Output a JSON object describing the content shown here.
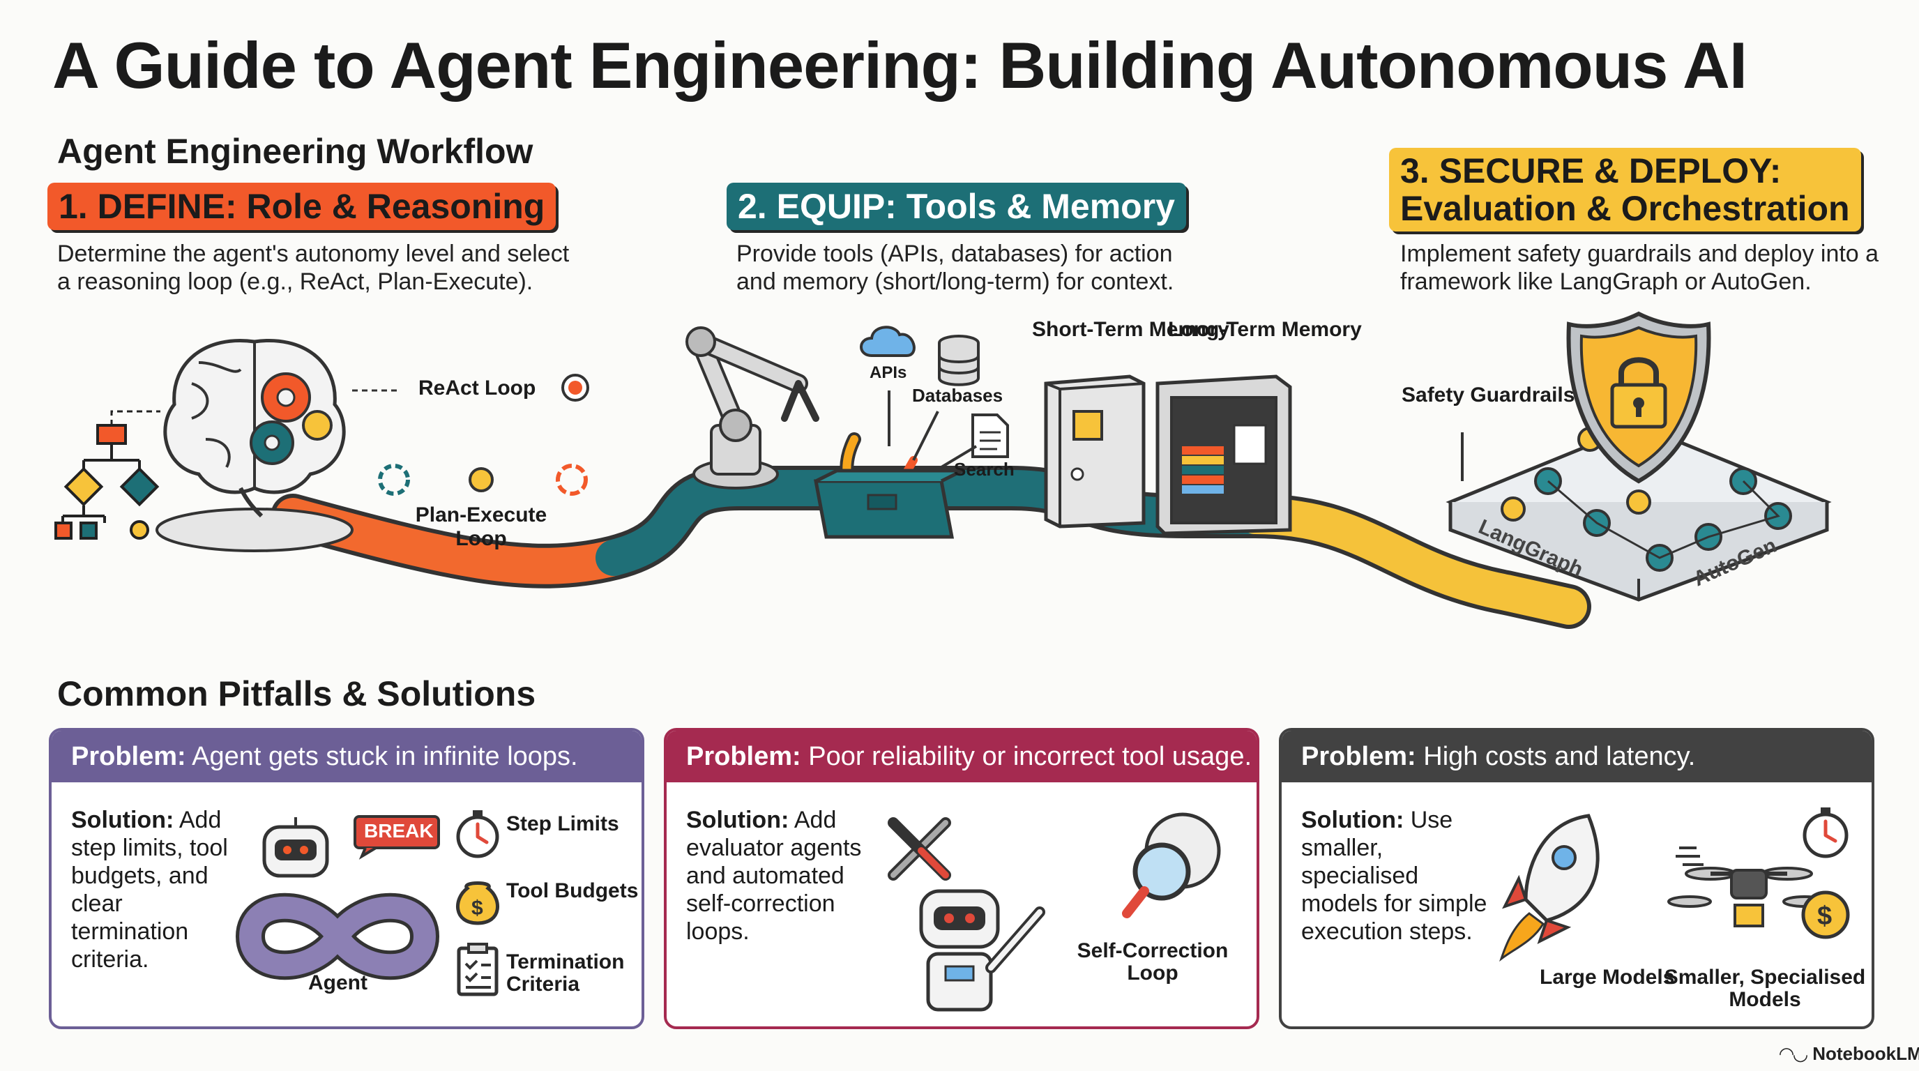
{
  "title": "A Guide to Agent Engineering: Building Autonomous AI",
  "workflow": {
    "heading": "Agent Engineering Workflow",
    "stages": [
      {
        "label": "1. DEFINE: Role & Reasoning",
        "description": "Determine the agent's autonomy level and select a reasoning loop (e.g., ReAct, Plan-Execute).",
        "color": "#f2592a"
      },
      {
        "label": "2. EQUIP: Tools & Memory",
        "description": "Provide tools (APIs, databases) for action and memory (short/long-term) for context.",
        "color": "#1d6f76"
      },
      {
        "label_line1": "3. SECURE & DEPLOY:",
        "label_line2": "Evaluation & Orchestration",
        "description": "Implement safety guardrails and deploy into a framework like LangGraph or AutoGen.",
        "color": "#f7c33a"
      }
    ],
    "illustration_labels": {
      "react_loop": "ReAct Loop",
      "plan_execute": "Plan-Execute Loop",
      "apis": "APIs",
      "databases": "Databases",
      "search": "Search",
      "short_term": "Short-Term Memory",
      "long_term": "Long-Term Memory",
      "safety": "Safety Guardrails",
      "langgraph": "LangGraph",
      "autogen": "AutoGen"
    }
  },
  "pitfalls": {
    "heading": "Common Pitfalls & Solutions",
    "problem_label": "Problem:",
    "solution_label": "Solution:",
    "cards": [
      {
        "problem": "Agent gets stuck in infinite loops.",
        "solution": "Add step limits, tool budgets, and clear termination criteria.",
        "color": "#6c5f96",
        "labels": {
          "agent": "Agent",
          "break": "BREAK",
          "step": "Step Limits",
          "tool": "Tool Budgets",
          "term": "Termination Criteria"
        }
      },
      {
        "problem": "Poor reliability or incorrect tool usage.",
        "solution": "Add evaluator agents and automated self-correction loops.",
        "color": "#a52a50",
        "labels": {
          "self": "Self-Correction Loop"
        }
      },
      {
        "problem": "High costs and latency.",
        "solution": "Use smaller, specialised models for simple execution steps.",
        "color": "#424242",
        "labels": {
          "large": "Large Models",
          "small": "Smaller, Specialised Models"
        }
      }
    ]
  },
  "brand": "NotebookLM",
  "icons": [
    "brain-gear-icon",
    "flowchart-icon",
    "robot-arm-icon",
    "toolbox-icon",
    "cloud-icon",
    "database-icon",
    "document-icon",
    "fridge-icon",
    "safe-icon",
    "shield-lock-icon",
    "platform-icon",
    "robot-icon",
    "infinity-icon",
    "stopwatch-icon",
    "money-bag-icon",
    "clipboard-icon",
    "wrench-screwdriver-icon",
    "magnifier-icon",
    "rocket-icon",
    "drone-icon",
    "dollar-coin-icon"
  ]
}
